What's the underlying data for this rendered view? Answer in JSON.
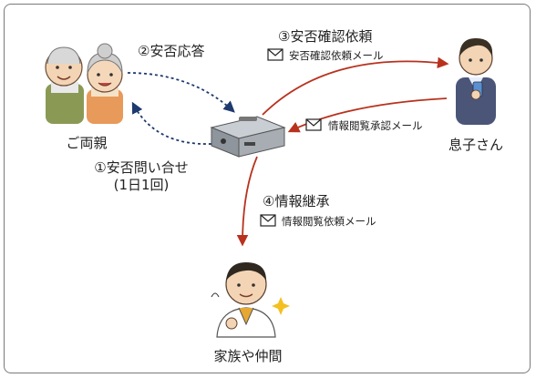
{
  "nodes": {
    "parents": "ご両親",
    "son": "息子さん",
    "family": "家族や仲間"
  },
  "steps": {
    "check_in": "①安否問い合せ",
    "check_in_freq": "(1日1回)",
    "reply": "②安否応答",
    "request": "③安否確認依頼",
    "succession": "④情報継承"
  },
  "mails": {
    "confirm_request": "安否確認依頼メール",
    "approval_request": "情報閲覧承認メール",
    "view_request": "情報閲覧依頼メール"
  },
  "colors": {
    "red_arrow": "#b8321e",
    "blue_arrow": "#1e3a6e"
  }
}
